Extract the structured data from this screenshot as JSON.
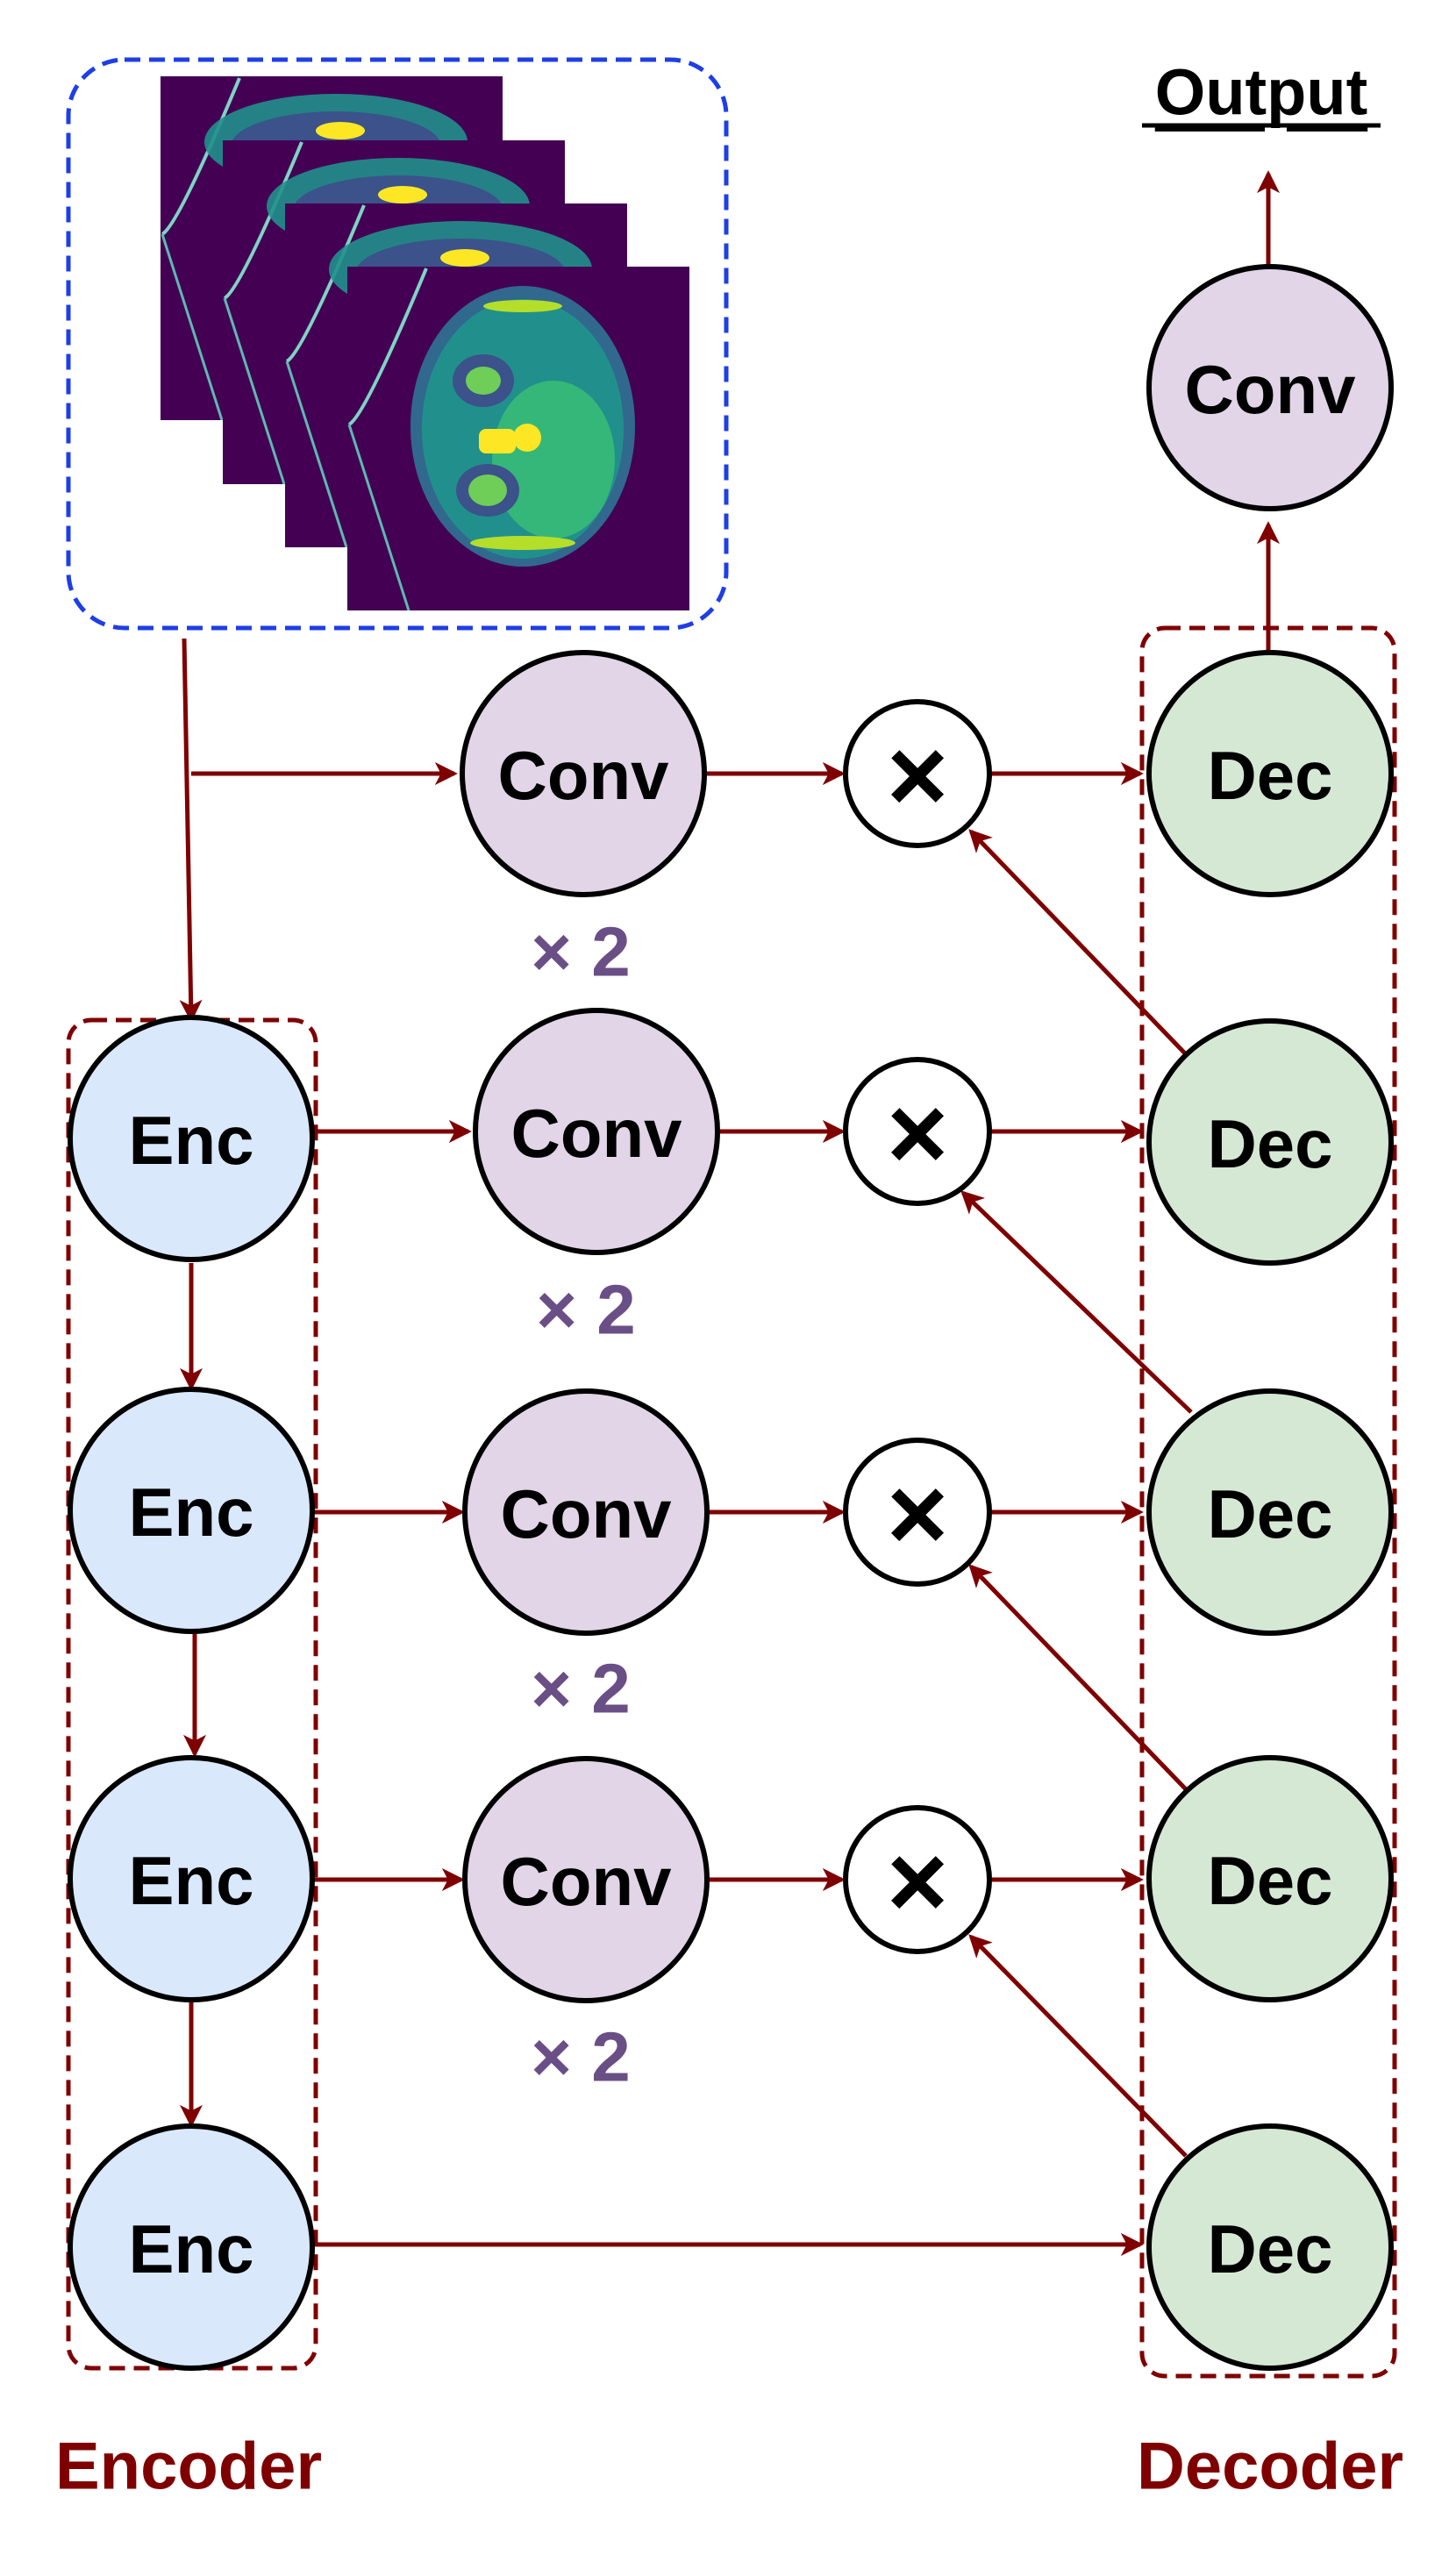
{
  "title": "Output",
  "labels": {
    "encoder": "Encoder",
    "decoder": "Decoder",
    "enc": "Enc",
    "dec": "Dec",
    "conv": "Conv",
    "multiply": "×",
    "repeat": "× 2"
  },
  "colors": {
    "arrow": "#7f0000",
    "dashed_box": "#7f0000",
    "input_box": "#1e3ee6",
    "enc_fill": "#dae8fc",
    "conv_fill": "#e1d5e7",
    "dec_fill": "#d5e8d4",
    "repeat_text": "#6a4f86",
    "section_text": "#7f0000",
    "scan_background": "#440154",
    "scan_tissue": "#21908c",
    "scan_highlight": "#fde725"
  },
  "input": {
    "icon": "ct-scan-slices-icon",
    "slice_count": 4
  },
  "encoder": {
    "blocks": [
      "Enc",
      "Enc",
      "Enc",
      "Enc"
    ]
  },
  "skip_connections": {
    "convs": [
      "Conv",
      "Conv",
      "Conv",
      "Conv"
    ],
    "repeats": [
      "× 2",
      "× 2",
      "× 2",
      "× 2"
    ],
    "multipliers": [
      "×",
      "×",
      "×",
      "×"
    ]
  },
  "decoder": {
    "blocks": [
      "Dec",
      "Dec",
      "Dec",
      "Dec",
      "Dec"
    ],
    "output_conv": "Conv"
  }
}
